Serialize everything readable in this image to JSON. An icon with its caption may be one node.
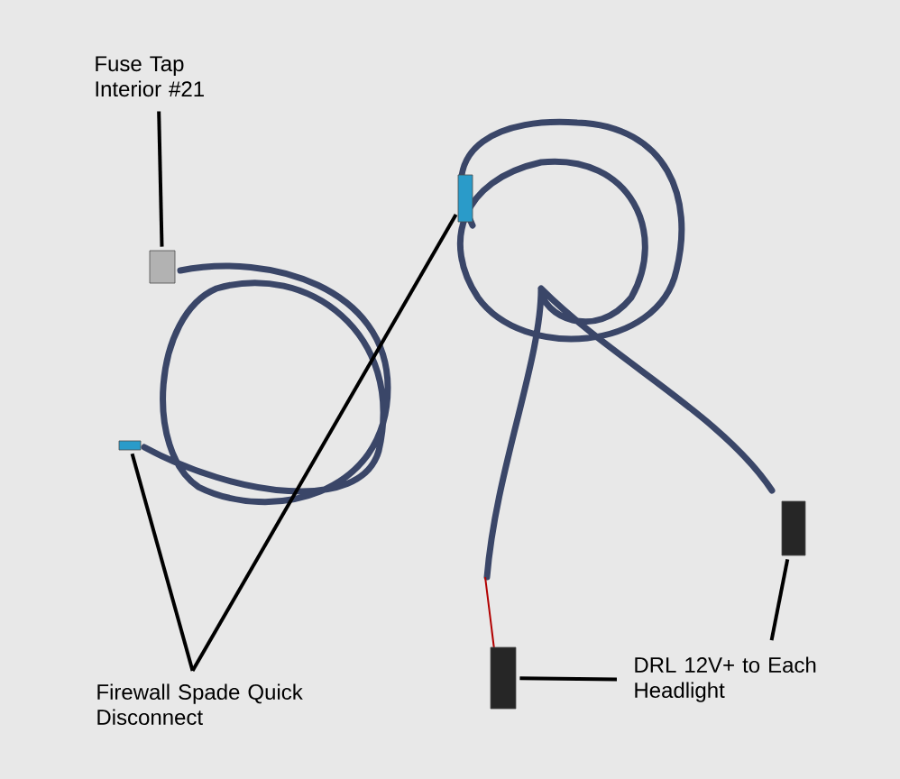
{
  "diagram": {
    "nodes": [
      {
        "text": [
          "Fuse Tap Interior #21"
        ]
      },
      {
        "text": [],
        "shape": "box"
      },
      {
        "text": [
          "Firewall Spade Quick Disconnect"
        ]
      },
      {
        "text": [],
        "shape": "box"
      },
      {
        "text": [],
        "shape": "box"
      },
      {
        "text": [
          "DRL 12V+ to Each Headlight"
        ]
      },
      {
        "text": [],
        "shape": "box"
      },
      {
        "text": [],
        "shape": "box"
      }
    ],
    "edges": [
      {
        "from": 0,
        "to": 1,
        "arrow": "none"
      },
      {
        "from": 2,
        "to": 3,
        "arrow": "none"
      },
      {
        "from": 2,
        "to": 4,
        "arrow": "none"
      },
      {
        "from": 5,
        "to": 6,
        "arrow": "none"
      },
      {
        "from": 5,
        "to": 7,
        "arrow": "none"
      }
    ]
  }
}
